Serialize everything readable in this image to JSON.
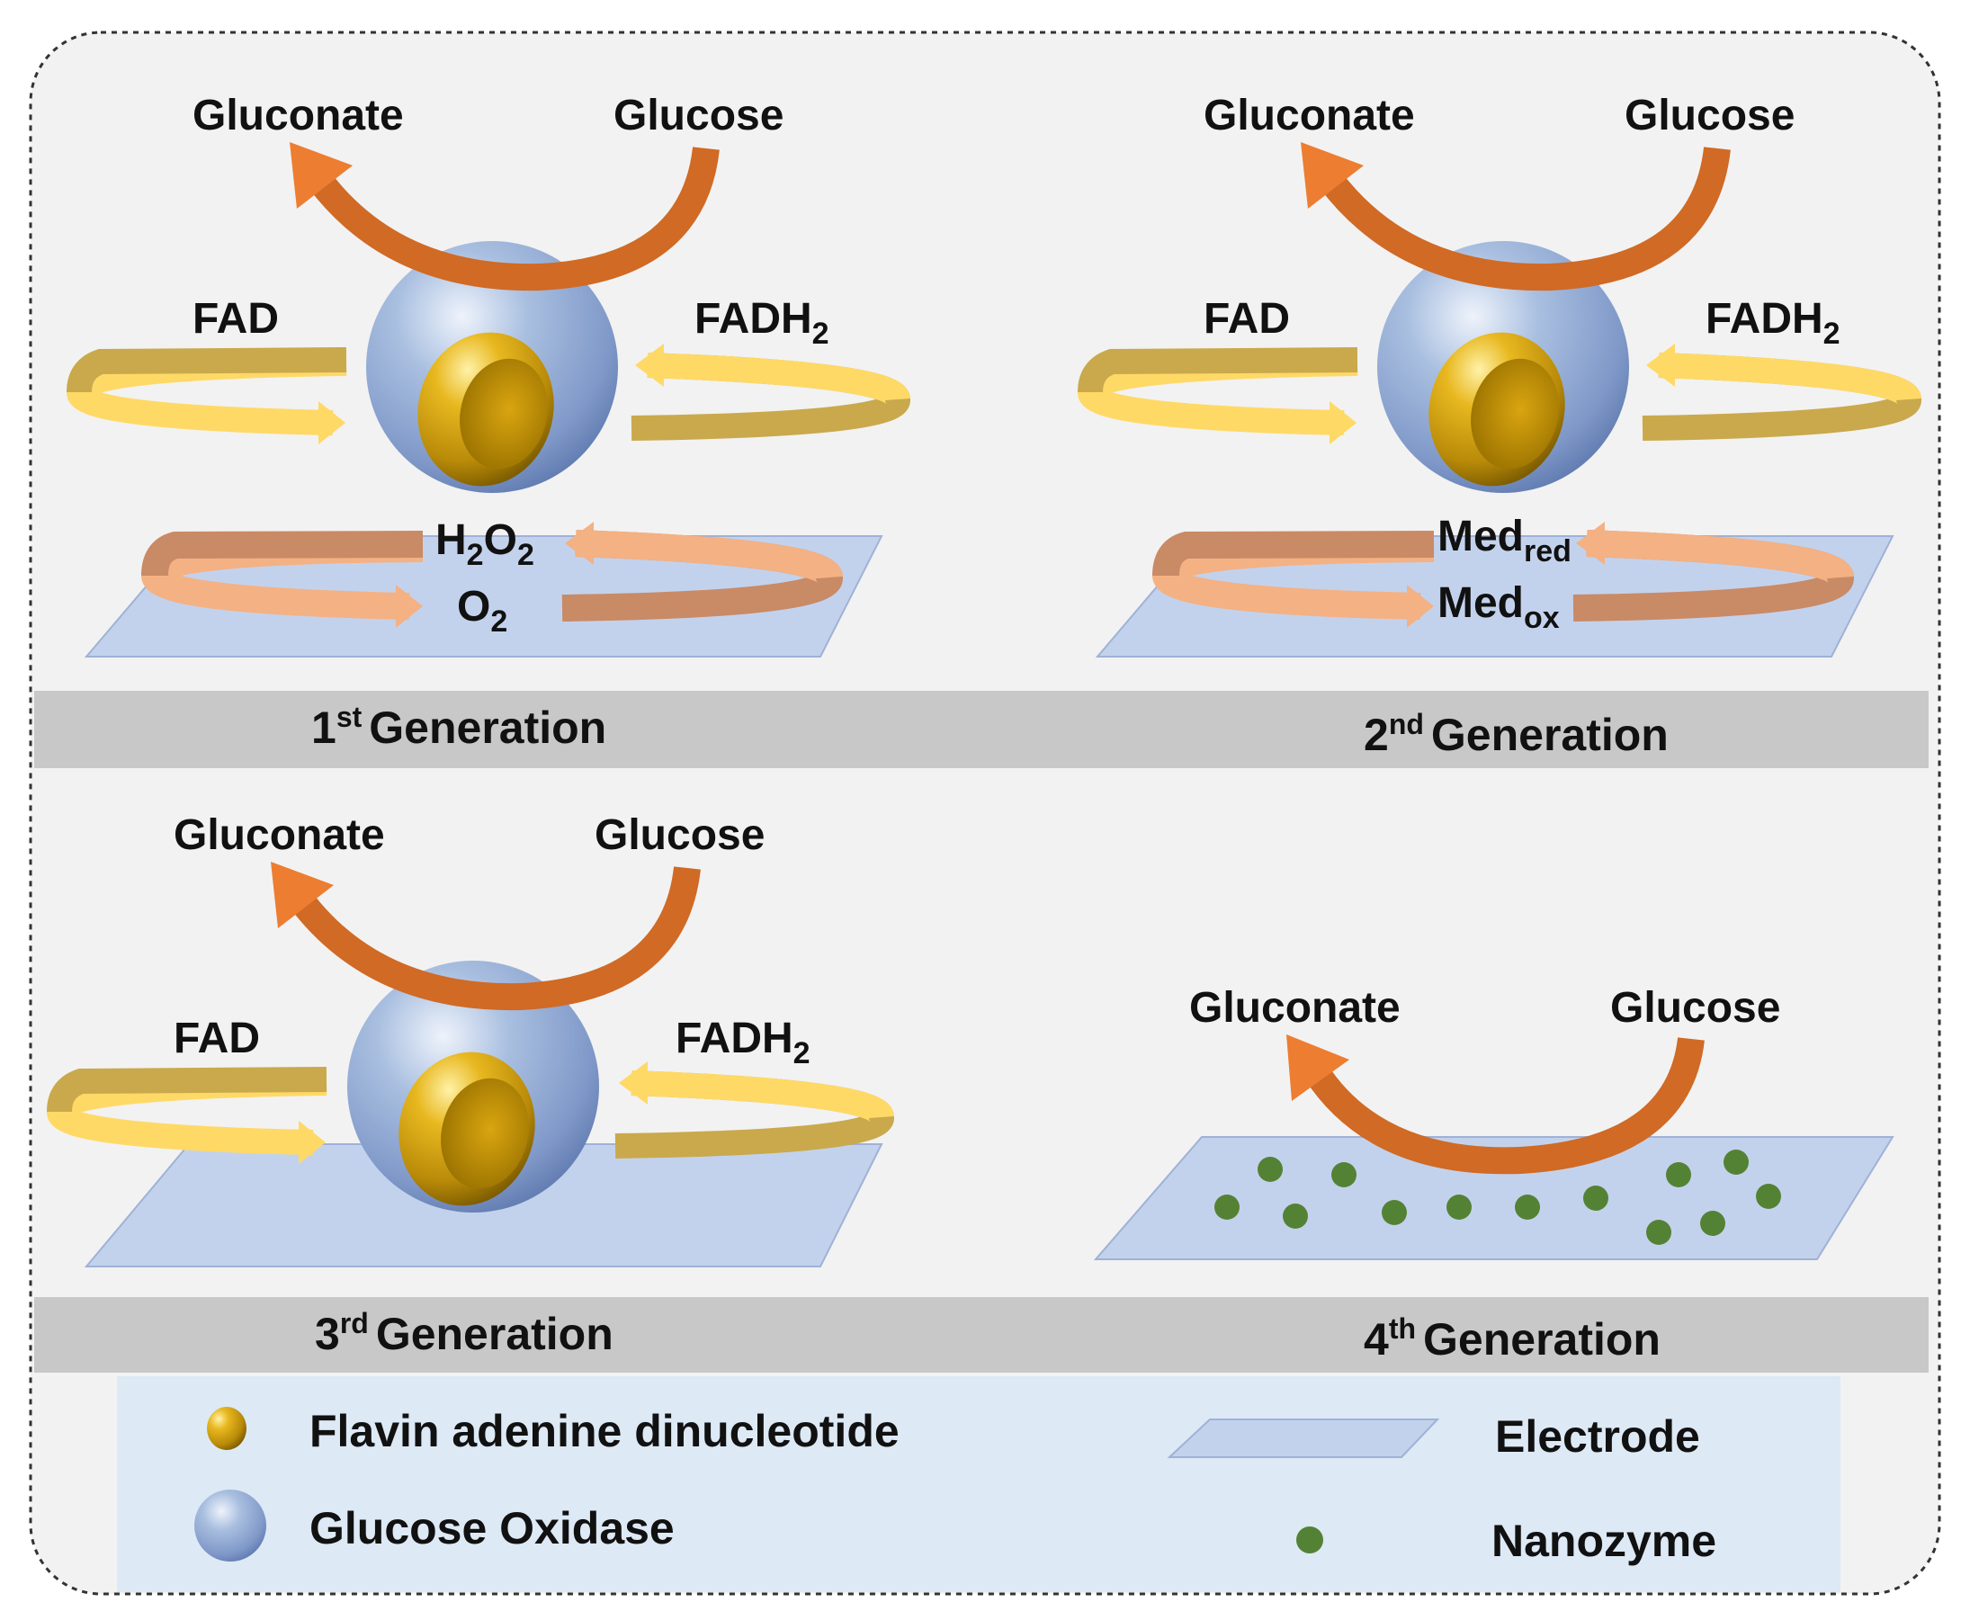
{
  "panels": [
    {
      "id": "gen1",
      "product": "Gluconate",
      "substrate": "Glucose",
      "cofactor_oxidized": "FAD",
      "cofactor_reduced": "FADH",
      "cofactor_reduced_sub": "2",
      "acceptor_top": {
        "main": "H",
        "sub1": "2",
        "mid": "O",
        "sub2": "2"
      },
      "acceptor_bottom": {
        "main": "O",
        "sub": "2"
      },
      "generation_num": "1",
      "generation_sup": "st",
      "generation_word": "Generation"
    },
    {
      "id": "gen2",
      "product": "Gluconate",
      "substrate": "Glucose",
      "cofactor_oxidized": "FAD",
      "cofactor_reduced": "FADH",
      "cofactor_reduced_sub": "2",
      "mediator_top": {
        "main": "Med",
        "sub": "red"
      },
      "mediator_bottom": {
        "main": "Med",
        "sub": "ox"
      },
      "generation_num": "2",
      "generation_sup": "nd",
      "generation_word": "Generation"
    },
    {
      "id": "gen3",
      "product": "Gluconate",
      "substrate": "Glucose",
      "cofactor_oxidized": "FAD",
      "cofactor_reduced": "FADH",
      "cofactor_reduced_sub": "2",
      "generation_num": "3",
      "generation_sup": "rd",
      "generation_word": "Generation"
    },
    {
      "id": "gen4",
      "product": "Gluconate",
      "substrate": "Glucose",
      "generation_num": "4",
      "generation_sup": "th",
      "generation_word": "Generation"
    }
  ],
  "legend": {
    "fad": "Flavin adenine dinucleotide",
    "gox": "Glucose Oxidase",
    "electrode": "Electrode",
    "nanozyme": "Nanozyme"
  },
  "colors": {
    "background": "#f2f2f2",
    "generation_bar": "#c8c8c8",
    "legend_bg": "#dde9f5",
    "electrode": "#c3d2ec",
    "product_arrow": "#ed7d31",
    "substrate_arrow": "#c55a11",
    "fad_ring_light": "#ffd966",
    "fad_ring_dark": "#c9a94c",
    "acceptor_ring_light": "#f4b183",
    "acceptor_ring_dark": "#c98a66",
    "nanozyme": "#548235"
  }
}
